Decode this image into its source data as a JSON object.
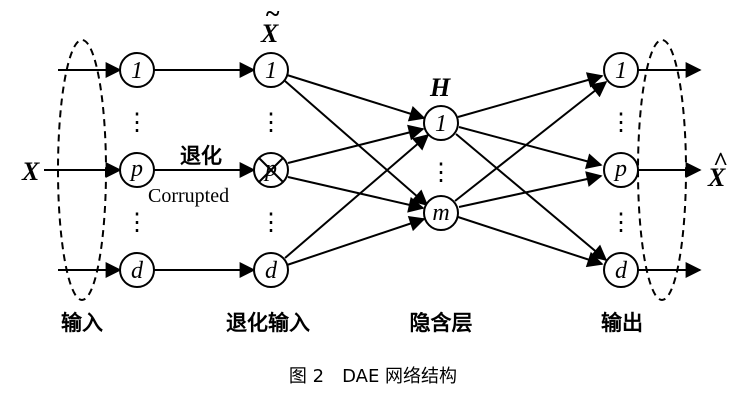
{
  "nodes": {
    "input": [
      "1",
      "p",
      "d"
    ],
    "corrupted": [
      "1",
      "p",
      "d"
    ],
    "hidden": [
      "1",
      "m"
    ],
    "output": [
      "1",
      "p",
      "d"
    ]
  },
  "ellipsis": "⋮",
  "labels": {
    "x_input": "X",
    "x_tilde": "X",
    "tilde_mark": "~",
    "h": "H",
    "x_hat": "X",
    "hat_mark": "^",
    "corrupt_cn": "退化",
    "corrupt_en": "Corrupted",
    "layer_input": "输入",
    "layer_corrupted": "退化输入",
    "layer_hidden": "隐含层",
    "layer_output": "输出"
  },
  "caption": "图 2　DAE 网络结构"
}
